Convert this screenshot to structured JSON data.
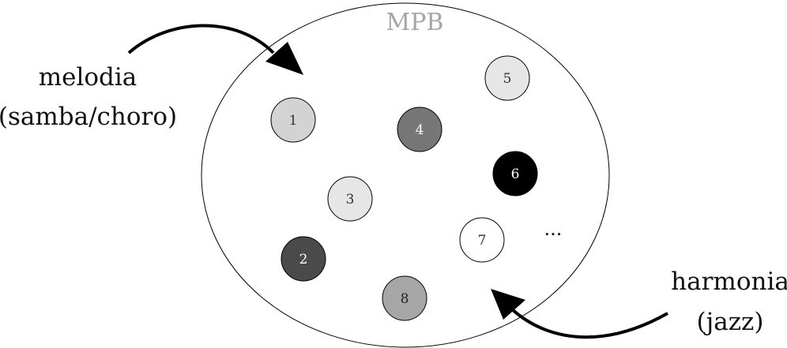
{
  "title": "MPB",
  "left_label": {
    "line1": "melodia",
    "line2": "(samba/choro)"
  },
  "right_label": {
    "line1": "harmonia",
    "line2": "(jazz)"
  },
  "ellipsis": "...",
  "nodes": [
    {
      "label": "1",
      "fill": "#d3d3d3",
      "text_color": "#333333"
    },
    {
      "label": "2",
      "fill": "#4a4a4a",
      "text_color": "#ffffff"
    },
    {
      "label": "3",
      "fill": "#e6e6e6",
      "text_color": "#333333"
    },
    {
      "label": "4",
      "fill": "#767676",
      "text_color": "#ffffff"
    },
    {
      "label": "5",
      "fill": "#e6e6e6",
      "text_color": "#333333"
    },
    {
      "label": "6",
      "fill": "#000000",
      "text_color": "#ffffff"
    },
    {
      "label": "7",
      "fill": "#ffffff",
      "text_color": "#333333"
    },
    {
      "label": "8",
      "fill": "#a6a6a6",
      "text_color": "#222222"
    }
  ]
}
